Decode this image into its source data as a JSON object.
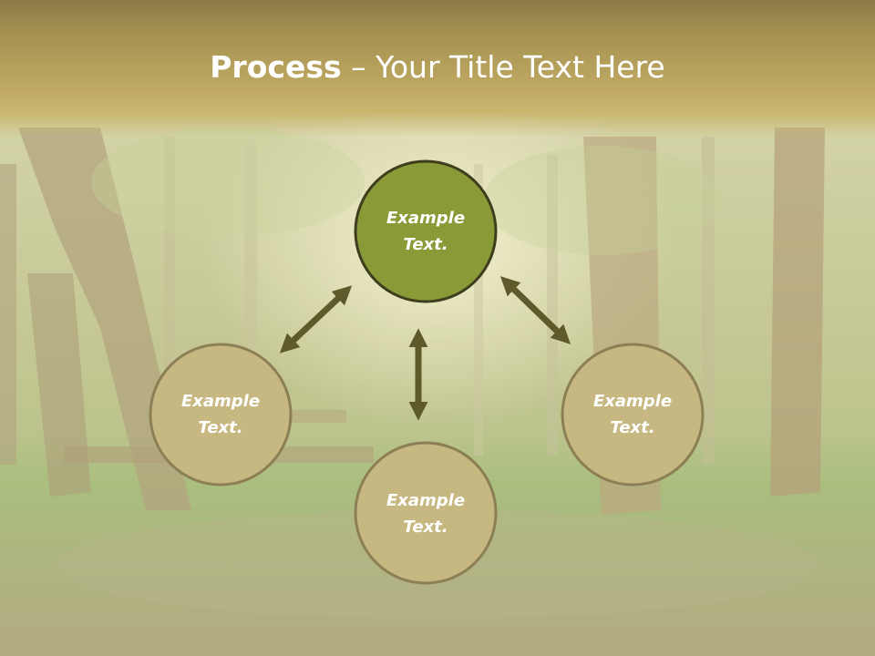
{
  "slide": {
    "title_bold": "Process",
    "title_separator": " – ",
    "title_rest": "Your Title Text Here"
  },
  "nodes": [
    {
      "id": "top",
      "label": "Example\nText.",
      "fill": "#8a9a37",
      "emphasized": true
    },
    {
      "id": "left",
      "label": "Example\nText.",
      "fill": "#c7b882",
      "emphasized": false
    },
    {
      "id": "right",
      "label": "Example\nText.",
      "fill": "#c7b882",
      "emphasized": false
    },
    {
      "id": "bottom",
      "label": "Example\nText.",
      "fill": "#c7b882",
      "emphasized": false
    }
  ],
  "colors": {
    "title_band": "#b49f5a",
    "arrow": "#5e5a2c",
    "node_outline_emphasized": "#3e3e1e",
    "node_outline": "#8c7f55",
    "text": "#ffffff"
  },
  "arrows": [
    {
      "name": "arrow-top-left",
      "from": "top",
      "to": "left",
      "bidirectional": true
    },
    {
      "name": "arrow-top-right",
      "from": "top",
      "to": "right",
      "bidirectional": true
    },
    {
      "name": "arrow-top-bottom",
      "from": "top",
      "to": "bottom",
      "bidirectional": true
    }
  ]
}
